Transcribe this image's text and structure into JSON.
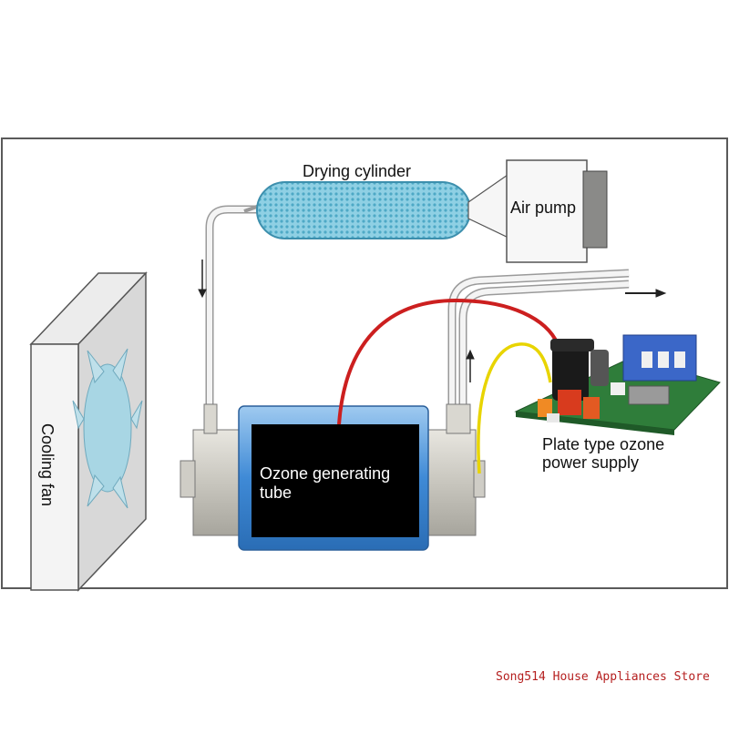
{
  "labels": {
    "drying_cylinder": "Drying cylinder",
    "air_pump": "Air pump",
    "ozone_tube_line1": "Ozone generating",
    "ozone_tube_line2": "tube",
    "power_supply_line1": "Plate type ozone",
    "power_supply_line2": "power supply",
    "cooling_fan": "Cooling fan"
  },
  "watermark": "Song514 House Appliances Store",
  "colors": {
    "tube_body": "#000000",
    "tube_sleeve": "#4a90d9",
    "drying_cylinder": "#7ac4dd",
    "hv_wire": "#cc1f1f",
    "signal_wire": "#e8d400",
    "pcb": "#2f7d3a",
    "watermark": "#b51f1f"
  },
  "icons": [
    "cooling-fan-icon",
    "air-pump-icon",
    "drying-cylinder-icon",
    "ozone-tube-icon",
    "power-supply-board-icon"
  ]
}
